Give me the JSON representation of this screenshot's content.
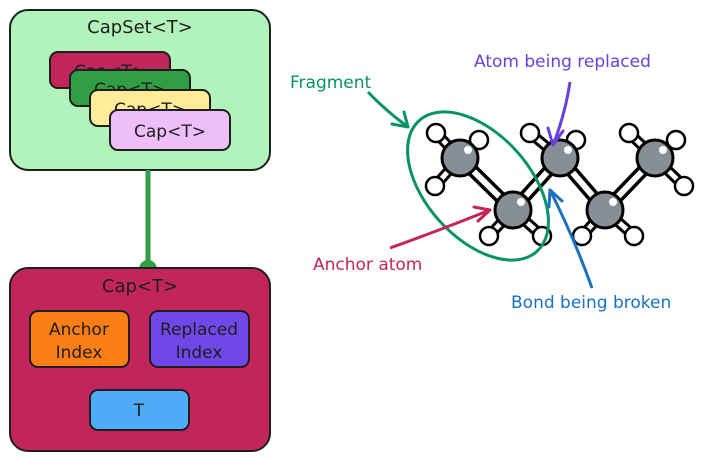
{
  "capset": {
    "title": "CapSet<T>",
    "cards": [
      {
        "label": "Cap<T>",
        "color": "#c2255c"
      },
      {
        "label": "Cap<T>",
        "color": "#2f9e44"
      },
      {
        "label": "Cap<T>",
        "color": "#ffec99"
      },
      {
        "label": "Cap<T>",
        "color": "#eebefa"
      }
    ],
    "bg_color": "#b2f2bb"
  },
  "cap": {
    "title": "Cap<T>",
    "bg_color": "#c2255c",
    "anchor": {
      "line1": "Anchor",
      "line2": "Index",
      "color": "#fd7e14"
    },
    "replaced": {
      "line1": "Replaced",
      "line2": "Index",
      "color": "#7048e8"
    },
    "t": {
      "label": "T",
      "color": "#4dabf7"
    }
  },
  "connector_color": "#2f9e44",
  "annotations": {
    "fragment": {
      "text": "Fragment",
      "color": "#099268"
    },
    "atom_replaced": {
      "text": "Atom being replaced",
      "color": "#6741d9"
    },
    "anchor_atom": {
      "text": "Anchor atom",
      "color": "#c2255c"
    },
    "bond_broken": {
      "text": "Bond being broken",
      "color": "#1971c2"
    }
  },
  "molecule": {
    "carbon_color": "#868e96",
    "hydrogen_color": "#ffffff",
    "bond_color": "#000000"
  }
}
